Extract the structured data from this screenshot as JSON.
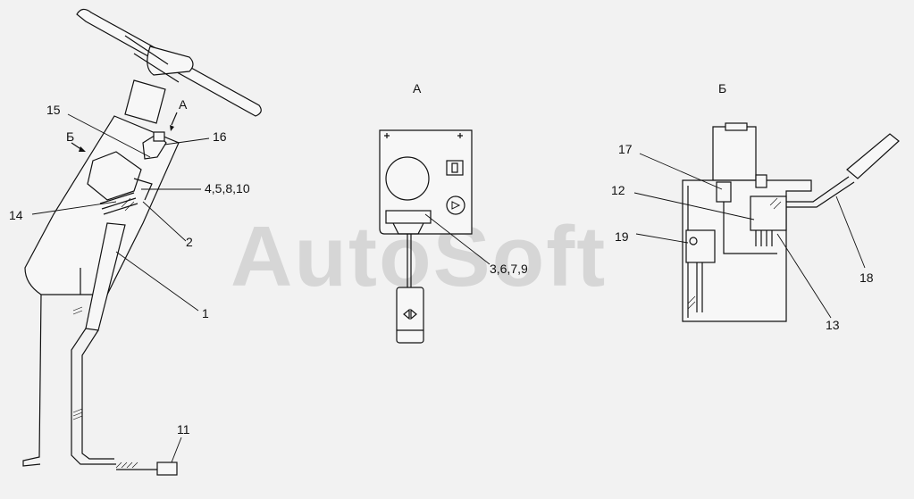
{
  "watermark": "AutoSoft",
  "views": {
    "A": "А",
    "B": "Б"
  },
  "callouts": {
    "c1": "1",
    "c2": "2",
    "c3679": "3,6,7,9",
    "c45810": "4,5,8,10",
    "c11": "11",
    "c12": "12",
    "c13": "13",
    "c14": "14",
    "c15": "15",
    "c16": "16",
    "c17": "17",
    "c18": "18",
    "c19": "19"
  },
  "arrows": {
    "A": "А",
    "B": "Б"
  }
}
